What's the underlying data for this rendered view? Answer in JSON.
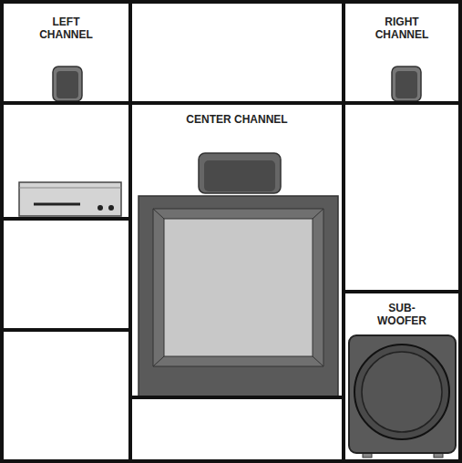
{
  "diagram": {
    "nodes": [
      {
        "text": [
          "LEFT CHANNEL"
        ]
      },
      {
        "text": [
          "RIGHT CHANNEL"
        ]
      },
      {
        "text": [
          "CENTER CHANNEL"
        ]
      },
      {
        "text": [
          "SUB- WOOFER"
        ]
      }
    ]
  }
}
